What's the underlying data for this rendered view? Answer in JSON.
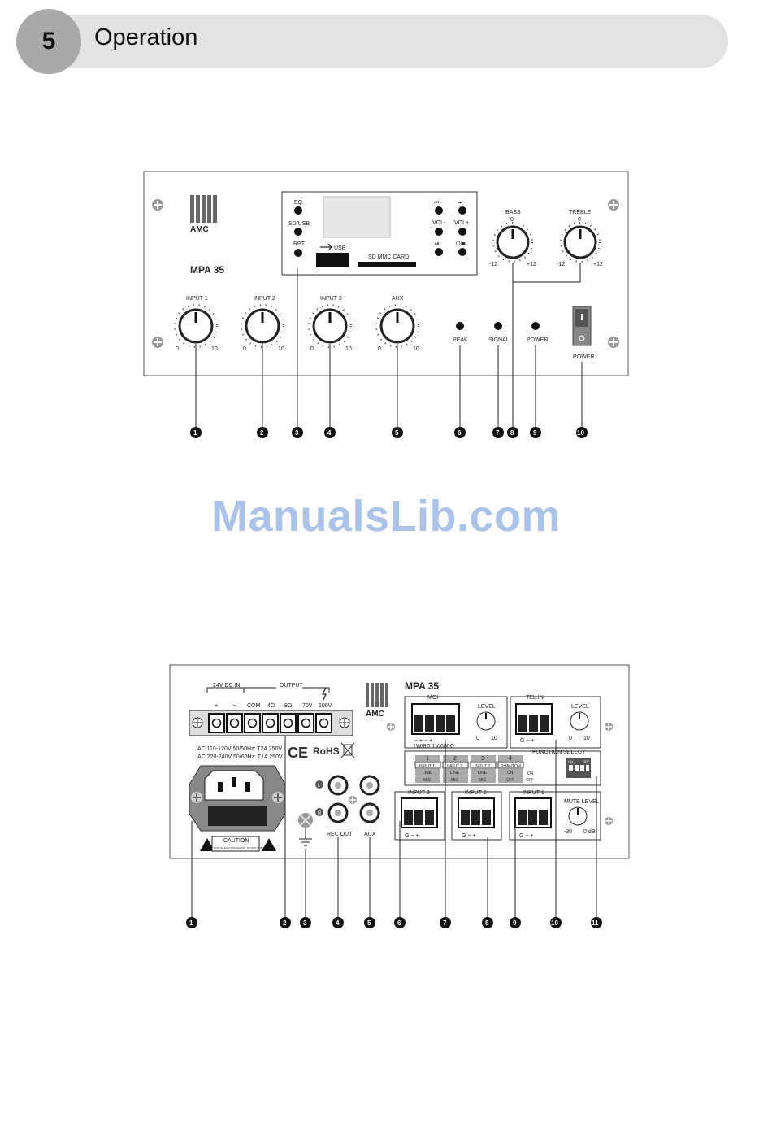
{
  "header": {
    "chapter_number": "5",
    "chapter_title": "Operation"
  },
  "watermark": "ManualsLib.com",
  "front_panel": {
    "brand": "AMC",
    "model": "MPA 35",
    "player_buttons_left": [
      "EQ",
      "SD/USB",
      "RPT"
    ],
    "player_buttons_right": [
      "⏮",
      "⏭",
      "VOL-",
      "VOL+",
      "⏯",
      "⏻/■"
    ],
    "usb_label": "USB",
    "sd_label": "SD MMC CARD",
    "tone_knobs": [
      {
        "label": "BASS",
        "top": "0",
        "min": "-12",
        "max": "+12"
      },
      {
        "label": "TREBLE",
        "top": "0",
        "min": "-12",
        "max": "+12"
      }
    ],
    "input_knobs": [
      {
        "label": "INPUT 1",
        "min": "0",
        "max": "10"
      },
      {
        "label": "INPUT 2",
        "min": "0",
        "max": "10"
      },
      {
        "label": "INPUT 3",
        "min": "0",
        "max": "10"
      },
      {
        "label": "AUX",
        "min": "0",
        "max": "10"
      }
    ],
    "indicators": [
      "PEAK",
      "SIGNAL",
      "POWER"
    ],
    "power_switch_label": "POWER",
    "callouts": [
      "1",
      "2",
      "3",
      "4",
      "5",
      "6",
      "7",
      "8",
      "9",
      "10"
    ]
  },
  "rear_panel": {
    "brand": "AMC",
    "model": "MPA 35",
    "dc_in_label": "24V DC IN",
    "output_label": "OUTPUT",
    "terminal_labels": [
      "+",
      "−",
      "COM",
      "4Ω",
      "8Ω",
      "70V",
      "100V"
    ],
    "ac_lines": [
      "AC 110-120V 50/60Hz: T2A 250V",
      "AC 220-240V 50/60Hz: T1A 250V"
    ],
    "ce_mark": "CE",
    "rohs": "RoHS",
    "caution": "CAUTION",
    "caution_text": "RISK OF ELECTRIC SHOCK. DO NOT OPEN.",
    "rec_out_label": "REC OUT",
    "aux_label": "AUX",
    "rca_labels": [
      "L",
      "R"
    ],
    "moh": {
      "label": "MOH",
      "level_label": "LEVEL",
      "min": "0",
      "max": "10",
      "pins": "−  +  −  +",
      "imp": "1W/8Ω  1V/600Ω"
    },
    "tel_in": {
      "label": "TEL.IN",
      "level_label": "LEVEL",
      "min": "0",
      "max": "10",
      "pins": "G  −  +"
    },
    "function_select": {
      "label": "FUNCTION SELECT",
      "columns": [
        {
          "num": "1",
          "name": "INPUT 1",
          "on": "LINE",
          "off": "MIC"
        },
        {
          "num": "2",
          "name": "INPUT 2",
          "on": "LINE",
          "off": "MIC"
        },
        {
          "num": "3",
          "name": "INPUT 3",
          "on": "LINE",
          "off": "MIC"
        },
        {
          "num": "4",
          "name": "PHANTOM",
          "on": "ON",
          "off": "OFF"
        }
      ],
      "on_label": "ON",
      "off_label": "OFF",
      "dip_on": "ON",
      "dip_off": "OFF"
    },
    "input_blocks": [
      {
        "label": "INPUT 3",
        "pins": "G  −  +"
      },
      {
        "label": "INPUT 2",
        "pins": "G  −  +"
      },
      {
        "label": "INPUT 1",
        "pins": "G  −  +"
      }
    ],
    "mute_level": {
      "label": "MUTE LEVEL",
      "min": "-30",
      "max": "0 dB"
    },
    "callouts": [
      "1",
      "2",
      "3",
      "4",
      "5",
      "6",
      "7",
      "8",
      "9",
      "10",
      "11"
    ]
  }
}
